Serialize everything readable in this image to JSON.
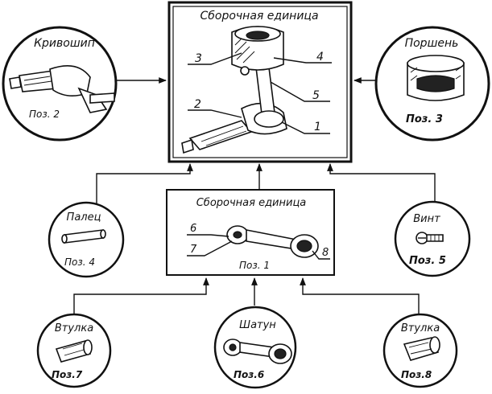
{
  "top_assembly": {
    "title": "Сборочная единица",
    "callouts": [
      "3",
      "4",
      "2",
      "5",
      "1"
    ]
  },
  "sub_assembly": {
    "title": "Сборочная единица",
    "callouts": [
      "6",
      "7",
      "8"
    ],
    "pos": "Поз. 1"
  },
  "crankshaft": {
    "name": "Кривошип",
    "pos": "Поз. 2"
  },
  "piston": {
    "name": "Поршень",
    "pos": "Поз. 3"
  },
  "pin": {
    "name": "Палец",
    "pos": "Поз. 4"
  },
  "screw": {
    "name": "Винт",
    "pos": "Поз. 5"
  },
  "rod": {
    "name": "Шатун",
    "pos": "Поз.6"
  },
  "bushing_left": {
    "name": "Втулка",
    "pos": "Поз.7"
  },
  "bushing_right": {
    "name": "Втулка",
    "pos": "Поз.8"
  }
}
